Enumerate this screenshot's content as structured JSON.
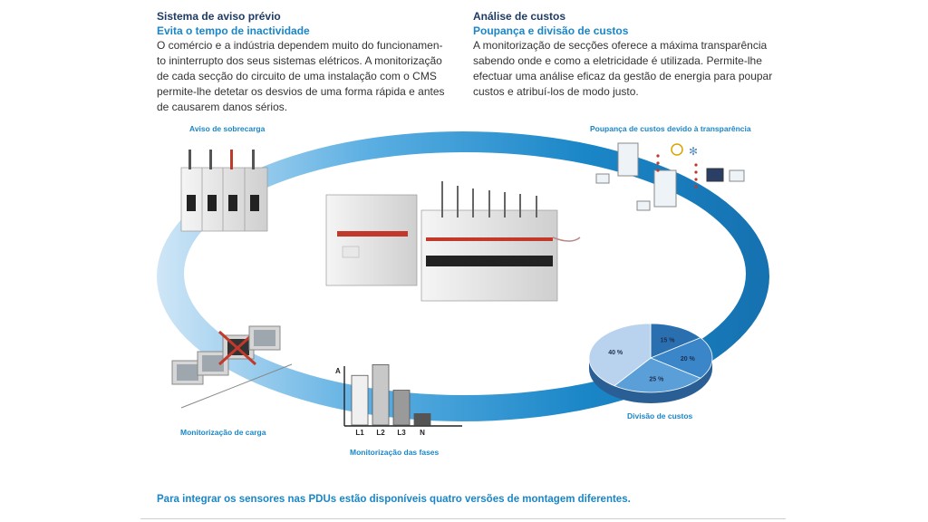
{
  "left_section": {
    "title": "Sistema de aviso prévio",
    "subtitle": "Evita o tempo de inactividade",
    "lines": [
      "O comércio e a indústria dependem muito do funcionamen-",
      "to ininterrupto dos seus sistemas elétricos. A monitorização",
      "de cada secção do circuito de uma instalação com o CMS",
      "permite-lhe detetar os desvios de uma forma rápida e antes",
      "de causarem danos sérios."
    ]
  },
  "right_section": {
    "title": "Análise de custos",
    "subtitle": "Poupança e divisão de custos",
    "lines": [
      "A monitorização de secções oferece a máxima transparência",
      "sabendo onde e como a eletricidade é utilizada. Permite-lhe",
      "efectuar uma análise eficaz da gestão de energia para poupar",
      "custos e atribuí-los de modo justo."
    ]
  },
  "labels": {
    "overload": "Aviso de sobrecarga",
    "transparency": "Poupança de custos devido à transparência",
    "load": "Monitorização de carga",
    "phases": "Monitorização das fases",
    "cost_split": "Divisão de custos"
  },
  "footer": "Para integrar os sensores nas PDUs estão disponíveis quatro versões de montagem diferentes.",
  "colors": {
    "ring": "#1a86c7",
    "title": "#1f3b63",
    "accent": "#1a86c7"
  },
  "chart_data": [
    {
      "type": "bar",
      "title": "Monitorização das fases",
      "ylabel": "A",
      "categories": [
        "L1",
        "L2",
        "L3",
        "N"
      ],
      "values": [
        0.74,
        0.9,
        0.52,
        0.17
      ],
      "colors": [
        "#f0f0f0",
        "#c8c8c8",
        "#9a9a9a",
        "#555555"
      ]
    },
    {
      "type": "pie",
      "title": "Divisão de custos",
      "labels": [
        "15 %",
        "20 %",
        "25 %",
        "40 %"
      ],
      "values": [
        15,
        20,
        25,
        40
      ],
      "colors": [
        "#2a6fb0",
        "#3a86c8",
        "#5a9fd8",
        "#b9d3ee"
      ]
    }
  ]
}
